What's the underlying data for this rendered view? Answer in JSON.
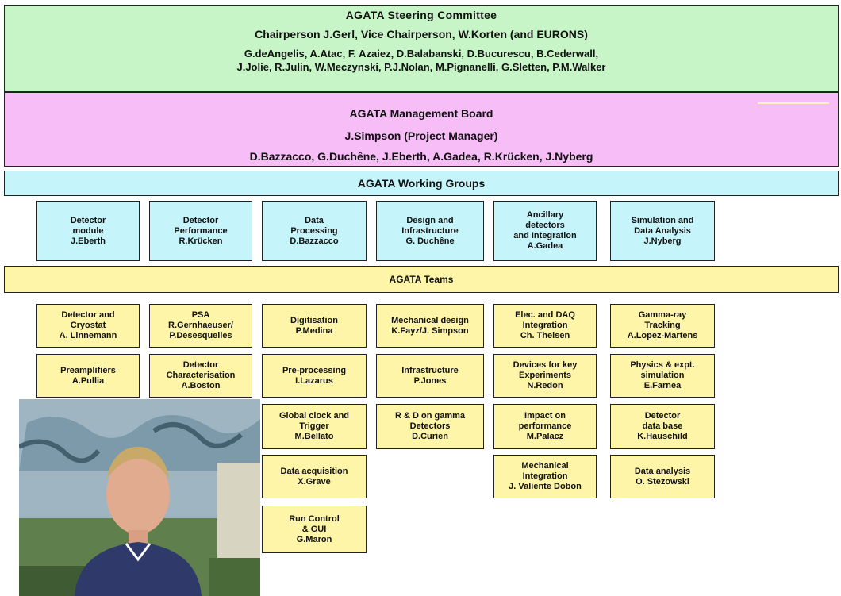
{
  "steering": {
    "title": "AGATA  Steering Committee",
    "chair": "Chairperson J.Gerl,  Vice Chairperson,  W.Korten (and EURONS)",
    "members_1": "G.deAngelis,  A.Atac,  F. Azaiez,  D.Balabanski,  D.Bucurescu,  B.Cederwall,",
    "members_2": "J.Jolie,  R.Julin,  W.Meczynski,  P.J.Nolan,  M.Pignanelli,  G.Sletten,  P.M.Walker"
  },
  "management": {
    "title": "AGATA  Management Board",
    "manager": "J.Simpson  (Project Manager)",
    "members": "D.Bazzacco,  G.Duchêne,  J.Eberth,  A.Gadea,  R.Krücken,  J.Nyberg"
  },
  "working_groups": {
    "title": "AGATA  Working Groups",
    "groups": [
      {
        "lines": [
          "Detector",
          "module",
          "J.Eberth"
        ]
      },
      {
        "lines": [
          "Detector",
          "Performance",
          "R.Krücken"
        ]
      },
      {
        "lines": [
          "Data",
          "Processing",
          "D.Bazzacco"
        ]
      },
      {
        "lines": [
          "Design and",
          "Infrastructure",
          "G. Duchêne"
        ]
      },
      {
        "lines": [
          "Ancillary",
          "detectors",
          "and Integration",
          "A.Gadea"
        ]
      },
      {
        "lines": [
          "Simulation and",
          "Data Analysis",
          "J.Nyberg"
        ]
      }
    ]
  },
  "teams": {
    "title": "AGATA Teams",
    "columns": [
      [
        {
          "lines": [
            "Detector and",
            "Cryostat",
            "A. Linnemann"
          ]
        },
        {
          "lines": [
            "Preamplifiers",
            "A.Pullia"
          ]
        }
      ],
      [
        {
          "lines": [
            "PSA",
            "R.Gernhaeuser/",
            "P.Desesquelles"
          ]
        },
        {
          "lines": [
            "Detector",
            "Characterisation",
            "A.Boston"
          ]
        }
      ],
      [
        {
          "lines": [
            "Digitisation",
            "P.Medina"
          ]
        },
        {
          "lines": [
            "Pre-processing",
            "I.Lazarus"
          ]
        },
        {
          "lines": [
            "Global clock and",
            "Trigger",
            "M.Bellato"
          ]
        },
        {
          "lines": [
            "Data acquisition",
            "X.Grave"
          ]
        },
        {
          "lines": [
            "Run Control",
            "& GUI",
            "G.Maron"
          ]
        }
      ],
      [
        {
          "lines": [
            "Mechanical design",
            "K.Fayz/J. Simpson"
          ]
        },
        {
          "lines": [
            "Infrastructure",
            "P.Jones"
          ]
        },
        {
          "lines": [
            "R & D on gamma",
            "Detectors",
            "D.Curien"
          ]
        }
      ],
      [
        {
          "lines": [
            "Elec. and DAQ",
            "Integration",
            "Ch. Theisen"
          ]
        },
        {
          "lines": [
            "Devices for key",
            "Experiments",
            "N.Redon"
          ]
        },
        {
          "lines": [
            "Impact on",
            "performance",
            "M.Palacz"
          ]
        },
        {
          "lines": [
            "Mechanical",
            "Integration",
            "J. Valiente Dobon"
          ]
        }
      ],
      [
        {
          "lines": [
            "Gamma-ray",
            "Tracking",
            "A.Lopez-Martens"
          ]
        },
        {
          "lines": [
            "Physics & expt.",
            "simulation",
            "E.Farnea"
          ]
        },
        {
          "lines": [
            "Detector",
            "data base",
            "K.Hauschild"
          ]
        },
        {
          "lines": [
            "Data analysis",
            "O. Stezowski"
          ]
        }
      ]
    ]
  },
  "colors": {
    "steering_bg": "#c8f5c8",
    "management_bg": "#f7bdf7",
    "working_group_bg": "#c6f4fb",
    "teams_bg": "#fff5a8"
  }
}
